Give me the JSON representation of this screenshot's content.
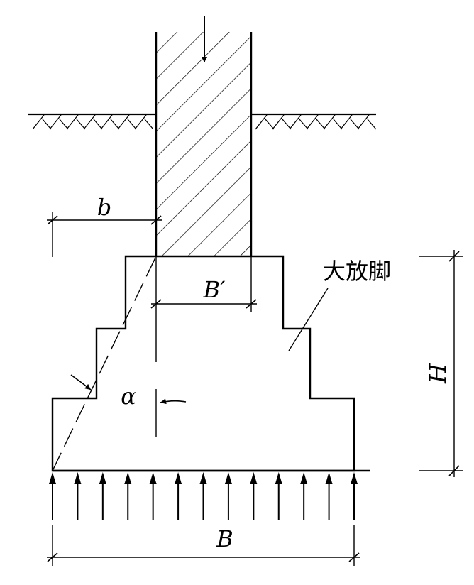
{
  "labels": {
    "b": "b",
    "B_prime": "B′",
    "footing_name": "大放脚",
    "alpha": "α",
    "H": "H",
    "B": "B"
  },
  "colors": {
    "line": "#000000",
    "background": "#ffffff"
  },
  "load_arrows_count": 13
}
